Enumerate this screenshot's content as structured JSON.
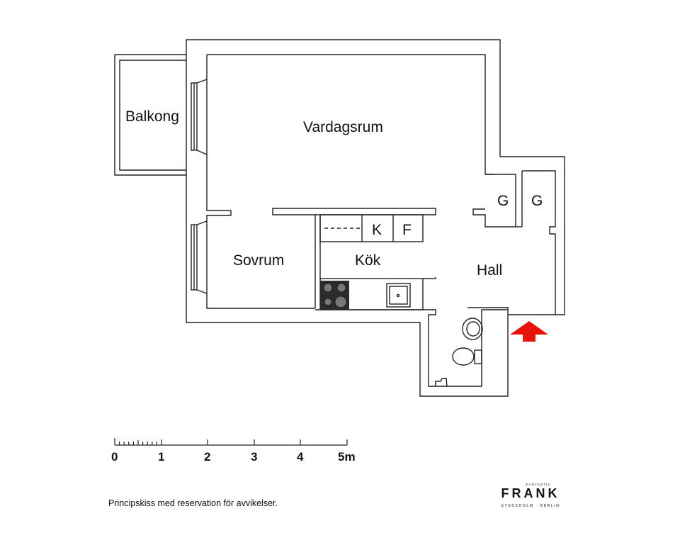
{
  "rooms": {
    "balkong": "Balkong",
    "vardagsrum": "Vardagsrum",
    "sovrum": "Sovrum",
    "kok": "Kök",
    "hall": "Hall",
    "garderob_1": "G",
    "garderob_2": "G",
    "kyl": "K",
    "frys": "F"
  },
  "scale": {
    "labels": [
      "0",
      "1",
      "2",
      "3",
      "4",
      "5m"
    ]
  },
  "entrance_arrow_color": "#e8140c",
  "disclaimer": "Principskiss med reservation för avvikelser.",
  "logo": {
    "tagline": "FANTASTIC",
    "name": "FRANK",
    "cities": "STOCKHOLM · BERLIN"
  }
}
